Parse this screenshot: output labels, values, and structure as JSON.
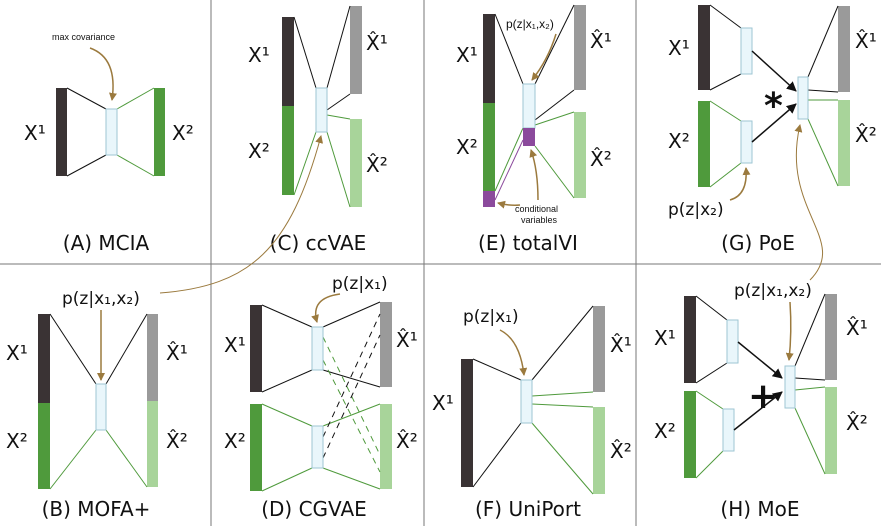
{
  "colors": {
    "dark": "#3a3334",
    "green": "#4f9a3c",
    "gray": "#9a9a9a",
    "lightgreen": "#a8d49a",
    "latent_fill": "#e9f6fb",
    "latent_stroke": "#9ec6d3",
    "purple": "#8b4a9c",
    "arrow": "#9b7a3e",
    "grid": "#777777"
  },
  "panels": {
    "A": {
      "caption": "(A) MCIA",
      "note": "max covariance",
      "x1": "X¹",
      "x2": "X²"
    },
    "B": {
      "caption": "(B) MOFA+",
      "note": "p(z|x₁,x₂)",
      "x1": "X¹",
      "x2": "X²",
      "xh1": "X̂¹",
      "xh2": "X̂²"
    },
    "C": {
      "caption": "(C) ccVAE",
      "x1": "X¹",
      "x2": "X²",
      "xh1": "X̂¹",
      "xh2": "X̂²"
    },
    "D": {
      "caption": "(D) CGVAE",
      "note": "p(z|x₁)",
      "x1": "X¹",
      "x2": "X²",
      "xh1": "X̂¹",
      "xh2": "X̂²"
    },
    "E": {
      "caption": "(E) totalVI",
      "note": "p(z|x₁,x₂)",
      "cond1": "conditional",
      "cond2": "variables",
      "x1": "X¹",
      "x2": "X²",
      "xh1": "X̂¹",
      "xh2": "X̂²"
    },
    "F": {
      "caption": "(F) UniPort",
      "note": "p(z|x₁)",
      "x1": "X¹",
      "xh1": "X̂¹",
      "xh2": "X̂²"
    },
    "G": {
      "caption": "(G) PoE",
      "note": "p(z|x₂)",
      "op": "*",
      "x1": "X¹",
      "x2": "X²",
      "xh1": "X̂¹",
      "xh2": "X̂²"
    },
    "H": {
      "caption": "(H) MoE",
      "note": "p(z|x₁,x₂)",
      "op": "+",
      "x1": "X¹",
      "x2": "X²",
      "xh1": "X̂¹",
      "xh2": "X̂²"
    }
  }
}
